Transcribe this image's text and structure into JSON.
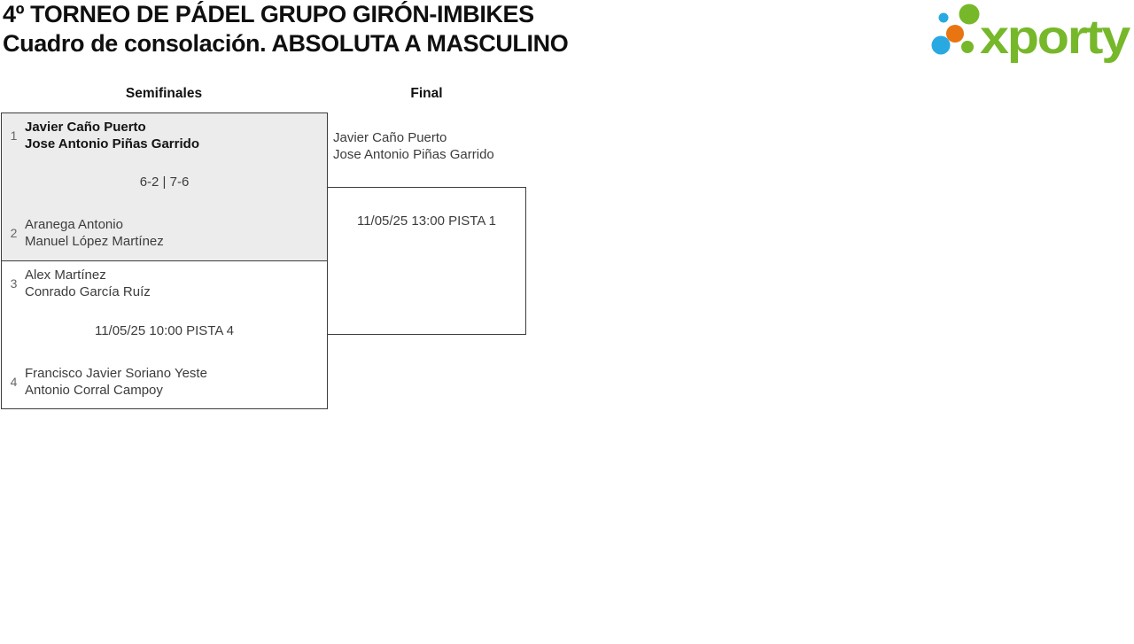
{
  "page": {
    "title_line1": "4º TORNEO DE PÁDEL GRUPO GIRÓN-IMBIKES",
    "title_line2": "Cuadro de consolación. ABSOLUTA A MASCULINO"
  },
  "logo": {
    "text": "xporty",
    "colors": {
      "green": "#76b82a",
      "blue": "#29a9e1",
      "orange": "#e87511"
    }
  },
  "bracket": {
    "highlight_color": "#ececec",
    "border_color": "#3c3c3c",
    "round_headers": [
      "Semifinales",
      "Final"
    ],
    "semifinal_1": {
      "team_1": {
        "seed": "1",
        "player_1": "Javier Caño Puerto",
        "player_2": "Jose Antonio Piñas Garrido"
      },
      "result": "6-2 | 7-6",
      "team_2": {
        "seed": "2",
        "player_1": "Aranega Antonio",
        "player_2": "Manuel López Martínez"
      }
    },
    "semifinal_2": {
      "team_1": {
        "seed": "3",
        "player_1": "Alex Martínez",
        "player_2": "Conrado García Ruíz"
      },
      "schedule": "11/05/25 10:00 PISTA 4",
      "team_2": {
        "seed": "4",
        "player_1": "Francisco Javier Soriano Yeste",
        "player_2": "Antonio Corral Campoy"
      }
    },
    "final": {
      "team_1": {
        "player_1": "Javier Caño Puerto",
        "player_2": "Jose Antonio Piñas Garrido"
      },
      "schedule": "11/05/25 13:00 PISTA 1"
    }
  }
}
